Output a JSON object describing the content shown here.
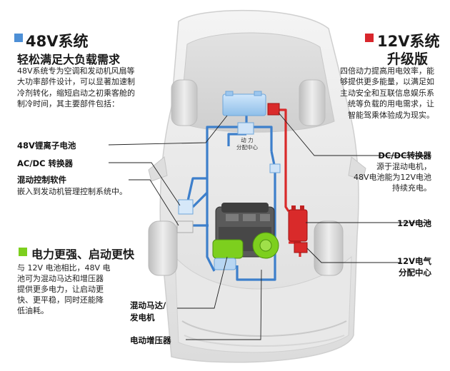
{
  "colors": {
    "accent_48v": "#4d8fd6",
    "accent_12v": "#d8262c",
    "accent_power": "#7dcf1e",
    "wire_blue": "#3d7fcb",
    "wire_red": "#d92a2a"
  },
  "left_panel": {
    "title": "48V系统",
    "subtitle": "轻松满足大负载需求",
    "desc_lines": [
      "48V系统专为空调和发动机风扇等",
      "大功率部件设计，可以显著加速制",
      "冷剂转化，缩短启动之初乘客舱的",
      "制冷时间，其主要部件包括："
    ]
  },
  "right_panel": {
    "title": "12V系统",
    "subtitle": "升级版",
    "desc_lines": [
      "四倍动力提高用电效率，能",
      "够提供更多能量，以满足如",
      "主动安全和互联信息娱乐系",
      "统等负载的用电需求，让",
      "智能驾乘体验成为现实。"
    ]
  },
  "labels": {
    "battery_48v": "48V锂离子电池",
    "acdc": "AC/DC 转换器",
    "hybrid_software": "混动控制软件",
    "hybrid_software_desc": "嵌入到发动机管理控制系统中。",
    "power_hub_line1": "动 力",
    "power_hub_line2": "分配中心",
    "dcdc": "DC/DC转换器",
    "dcdc_desc_lines": [
      "源于混动电机，",
      "48V电池能为12V电池",
      "持续充电。"
    ],
    "battery_12v": "12V电池",
    "dist_12v_line1": "12V电气",
    "dist_12v_line2": "分配中心",
    "motor_line1": "混动马达/",
    "motor_line2": "发电机",
    "supercharger": "电动增压器"
  },
  "bottom_left": {
    "title": "电力更强、启动更快",
    "desc_lines": [
      "与 12V 电池相比，48V 电",
      "池可为混动马达和增压器",
      "提供更多电力，让启动更",
      "快、更平稳，同时还能降",
      "低油耗。"
    ]
  }
}
